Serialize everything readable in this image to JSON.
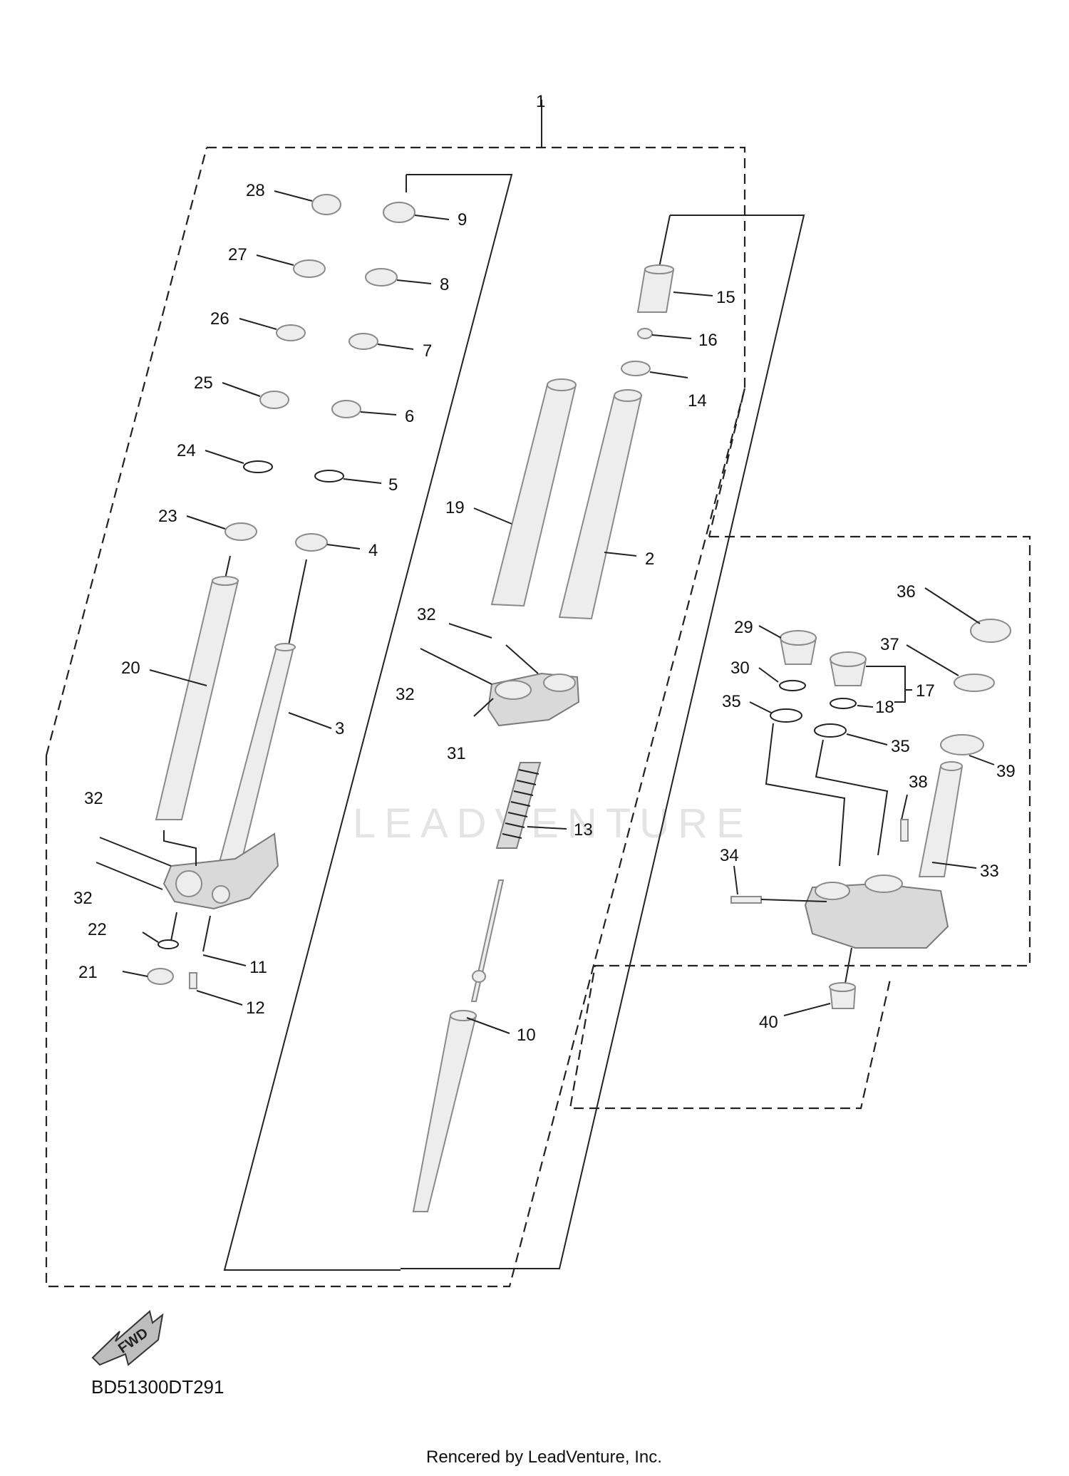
{
  "diagram": {
    "drawing_code": "BD51300DT291",
    "fwd_label": "FWD",
    "watermark": "LEADVENTURE",
    "footer": "Rencered by LeadVenture, Inc."
  },
  "callouts": {
    "c1": "1",
    "c2": "2",
    "c3": "3",
    "c4": "4",
    "c5": "5",
    "c6": "6",
    "c7": "7",
    "c8": "8",
    "c9": "9",
    "c10": "10",
    "c11": "11",
    "c12": "12",
    "c13": "13",
    "c14": "14",
    "c15": "15",
    "c16": "16",
    "c17": "17",
    "c18": "18",
    "c19": "19",
    "c20": "20",
    "c21": "21",
    "c22": "22",
    "c23": "23",
    "c24": "24",
    "c25": "25",
    "c26": "26",
    "c27": "27",
    "c28": "28",
    "c29": "29",
    "c30": "30",
    "c31": "31",
    "c32": "32",
    "c33": "33",
    "c34": "34",
    "c35": "35",
    "c36": "36",
    "c37": "37",
    "c38": "38",
    "c39": "39",
    "c40": "40"
  }
}
